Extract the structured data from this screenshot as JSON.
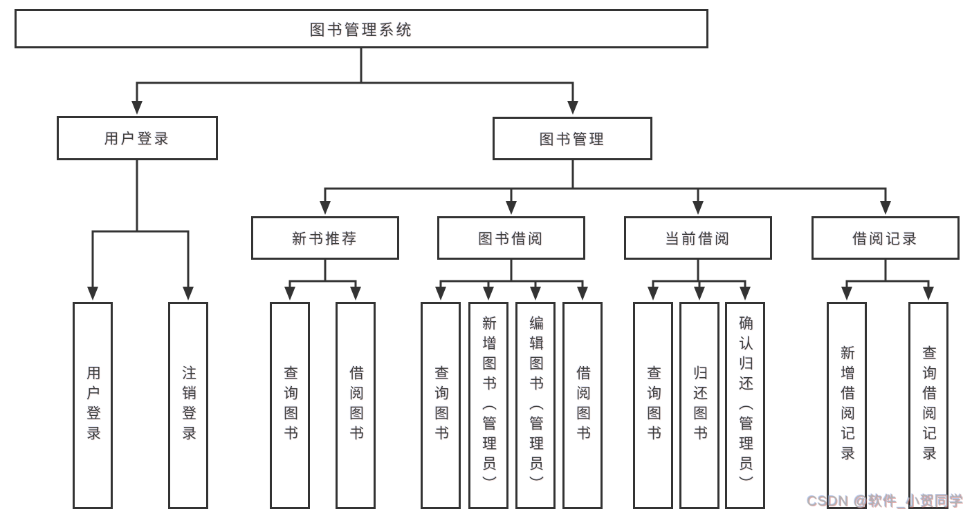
{
  "diagram": {
    "colors": {
      "line": "#333333",
      "text": "#3d3d3d",
      "box_bg": "#ffffff"
    },
    "nodes": {
      "root": {
        "label": "图书管理系统",
        "parent": null
      },
      "user_login": {
        "label": "用户登录",
        "parent": "root"
      },
      "book_mgmt": {
        "label": "图书管理",
        "parent": "root"
      },
      "new_book_rec": {
        "label": "新书推荐",
        "parent": "book_mgmt"
      },
      "book_borrow": {
        "label": "图书借阅",
        "parent": "book_mgmt"
      },
      "current_borrow": {
        "label": "当前借阅",
        "parent": "book_mgmt"
      },
      "borrow_records": {
        "label": "借阅记录",
        "parent": "book_mgmt"
      },
      "leaf_user_login": {
        "label": "用户登录",
        "parent": "user_login"
      },
      "leaf_logout": {
        "label": "注销登录",
        "parent": "user_login"
      },
      "leaf_query_book_1": {
        "label": "查询图书",
        "parent": "new_book_rec"
      },
      "leaf_borrow_book_1": {
        "label": "借阅图书",
        "parent": "new_book_rec"
      },
      "leaf_query_book_2": {
        "label": "查询图书",
        "parent": "book_borrow"
      },
      "leaf_add_book": {
        "label": "新增图书（管理员）",
        "parent": "book_borrow"
      },
      "leaf_edit_book": {
        "label": "编辑图书（管理员）",
        "parent": "book_borrow"
      },
      "leaf_borrow_book_2": {
        "label": "借阅图书",
        "parent": "book_borrow"
      },
      "leaf_query_book_3": {
        "label": "查询图书",
        "parent": "current_borrow"
      },
      "leaf_return_book": {
        "label": "归还图书",
        "parent": "current_borrow"
      },
      "leaf_confirm_return": {
        "label": "确认归还（管理员）",
        "parent": "current_borrow"
      },
      "leaf_add_record": {
        "label": "新增借阅记录",
        "parent": "borrow_records"
      },
      "leaf_query_record": {
        "label": "查询借阅记录",
        "parent": "borrow_records"
      }
    },
    "watermark": "CSDN @软件_小贺同学"
  }
}
